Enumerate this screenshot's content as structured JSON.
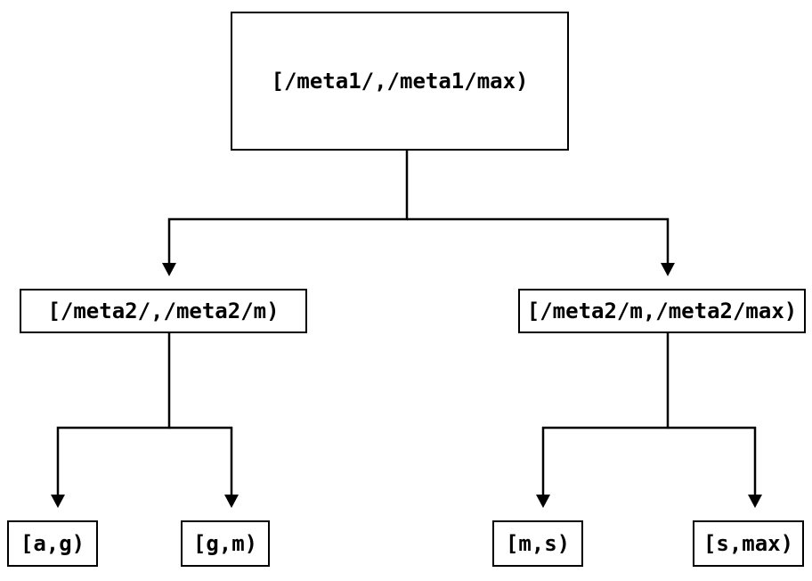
{
  "diagram": {
    "type": "tree",
    "background_color": "#ffffff",
    "line_color": "#000000",
    "text_color": "#000000",
    "nodes": {
      "root": {
        "label": "[/meta1/,/meta1/max)"
      },
      "meta2_low": {
        "label": "[/meta2/,/meta2/m)"
      },
      "meta2_high": {
        "label": "[/meta2/m,/meta2/max)"
      },
      "leaf_ag": {
        "label": "[a,g)"
      },
      "leaf_gm": {
        "label": "[g,m)"
      },
      "leaf_ms": {
        "label": "[m,s)"
      },
      "leaf_smax": {
        "label": "[s,max)"
      }
    },
    "edges": [
      {
        "from": "root",
        "to": "meta2_low"
      },
      {
        "from": "root",
        "to": "meta2_high"
      },
      {
        "from": "meta2_low",
        "to": "leaf_ag"
      },
      {
        "from": "meta2_low",
        "to": "leaf_gm"
      },
      {
        "from": "meta2_high",
        "to": "leaf_ms"
      },
      {
        "from": "meta2_high",
        "to": "leaf_smax"
      }
    ]
  }
}
